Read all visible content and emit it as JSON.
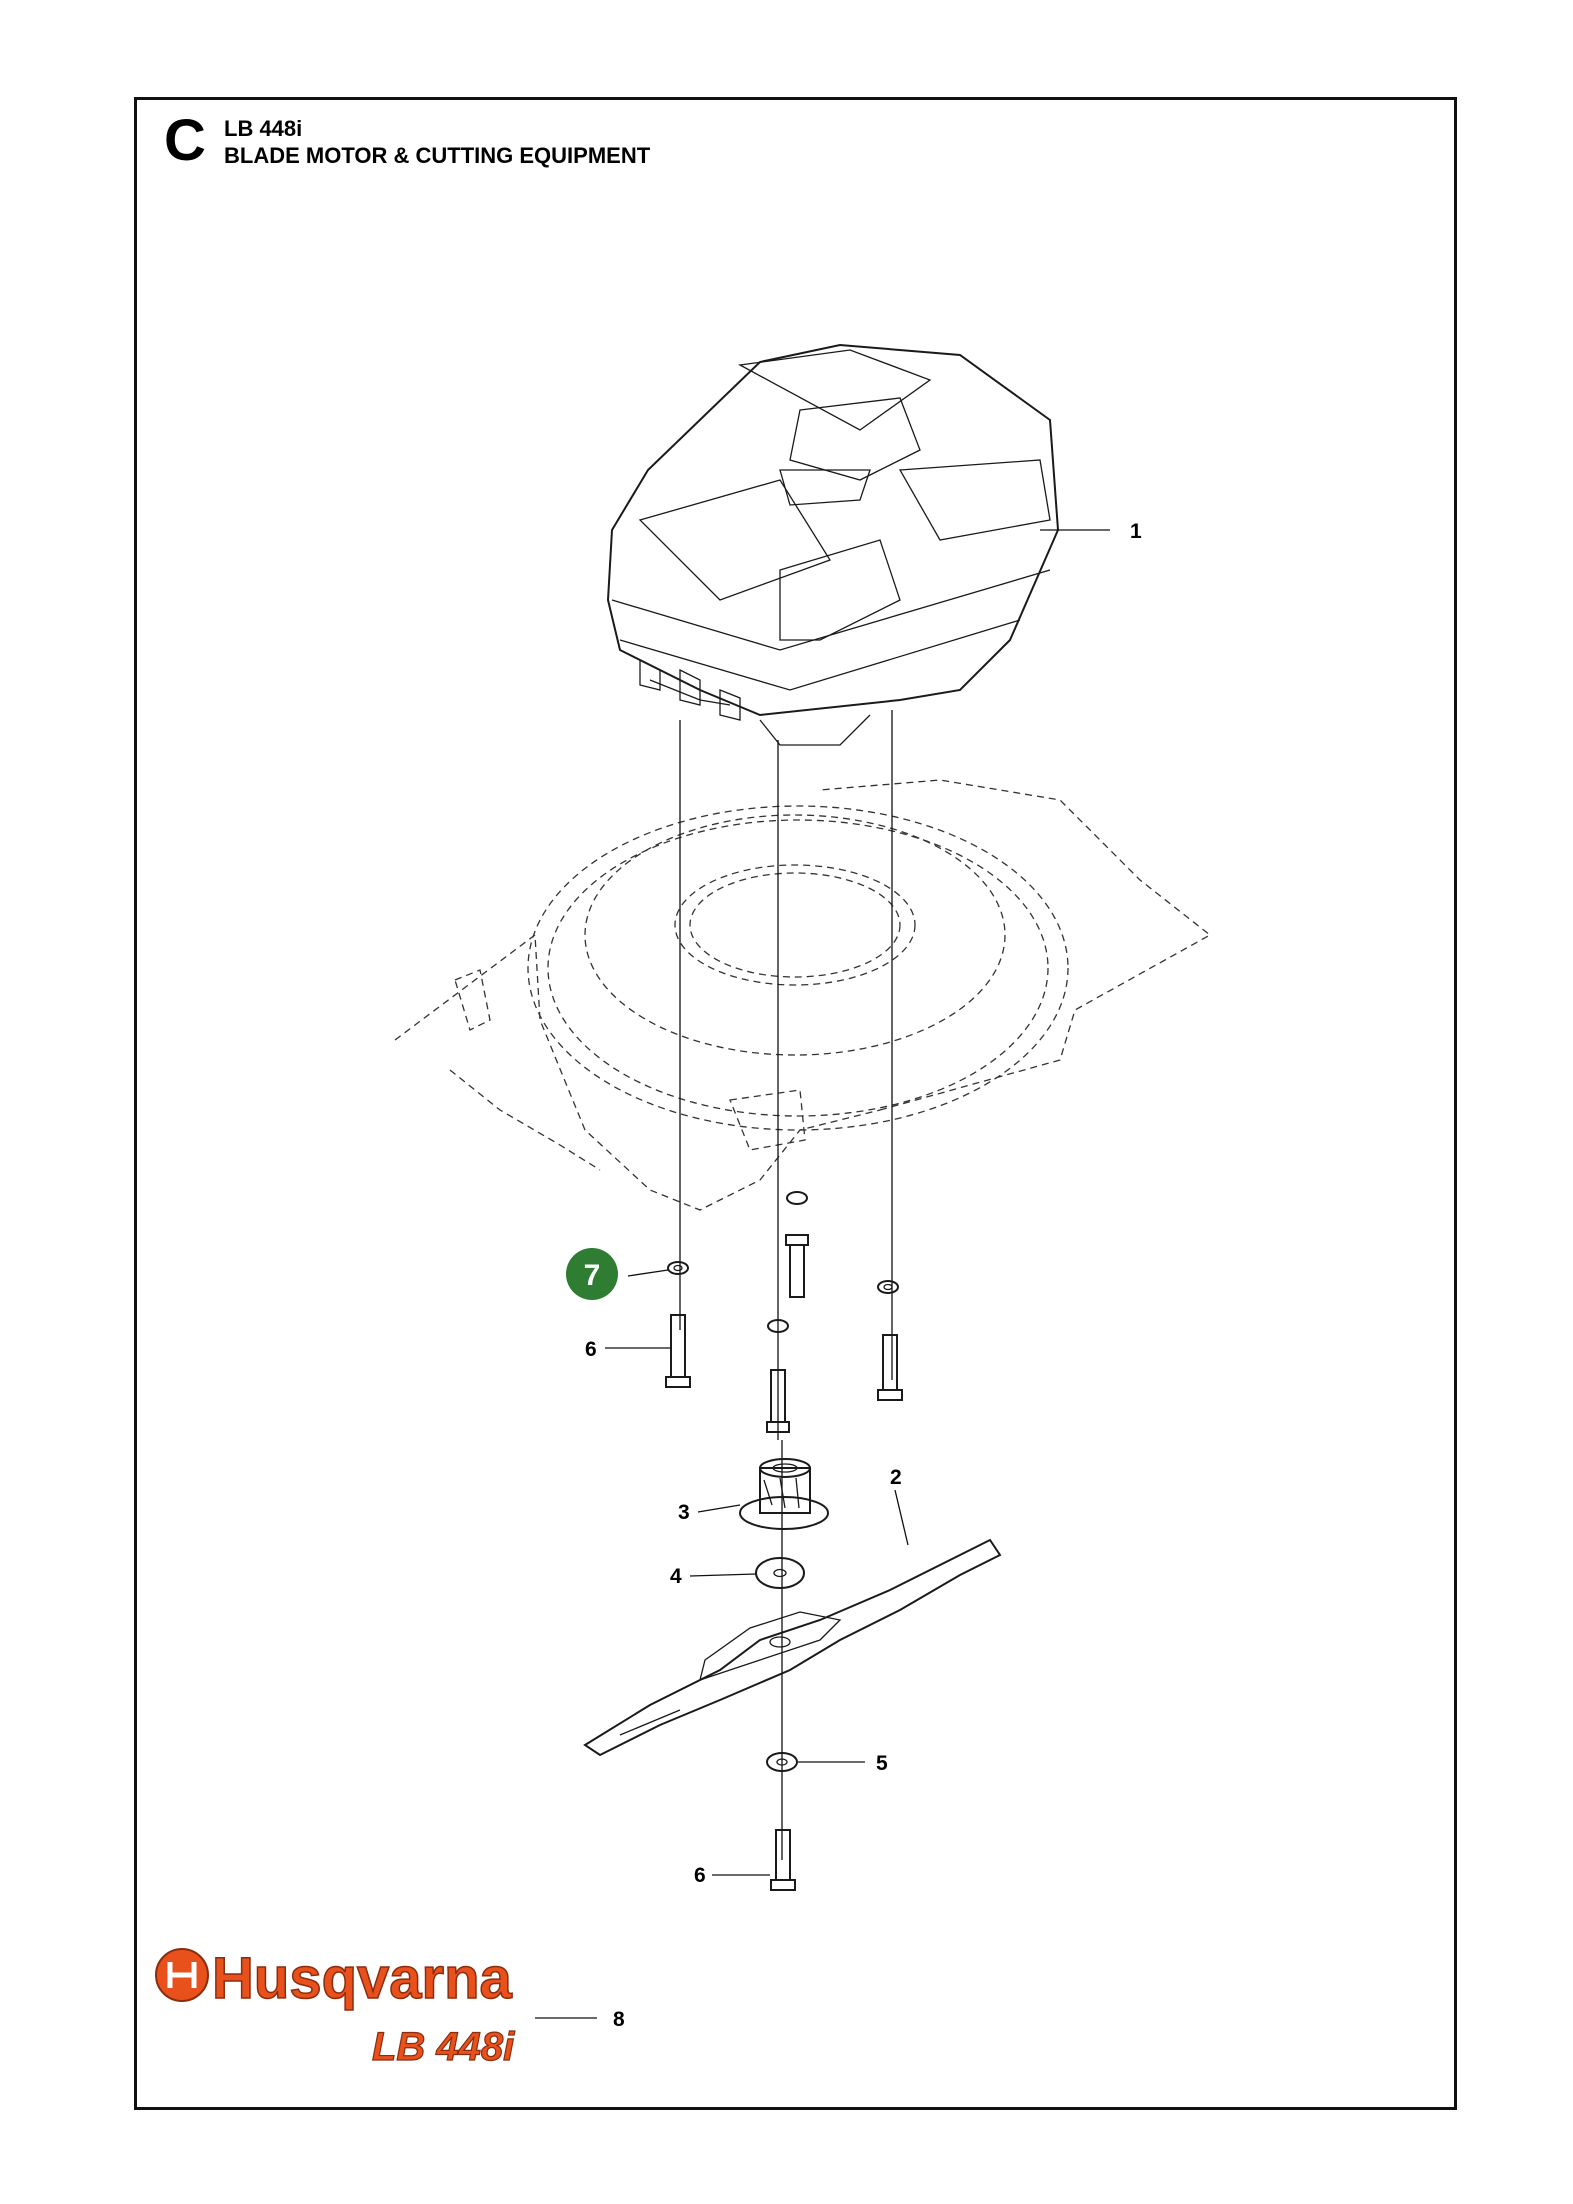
{
  "header": {
    "section_letter": "C",
    "model": "LB 448i",
    "section_title": "BLADE MOTOR & CUTTING EQUIPMENT"
  },
  "callouts": [
    {
      "id": "1",
      "label": "1"
    },
    {
      "id": "2",
      "label": "2"
    },
    {
      "id": "3",
      "label": "3"
    },
    {
      "id": "4",
      "label": "4"
    },
    {
      "id": "5",
      "label": "5"
    },
    {
      "id": "6a",
      "label": "6"
    },
    {
      "id": "6b",
      "label": "6"
    },
    {
      "id": "7",
      "label": "7"
    },
    {
      "id": "8",
      "label": "8"
    }
  ],
  "highlight_color": "#2e7d32",
  "brand_color": "#e8501c",
  "brand": {
    "name": "Husqvarna",
    "model_badge": "LB 448i"
  }
}
